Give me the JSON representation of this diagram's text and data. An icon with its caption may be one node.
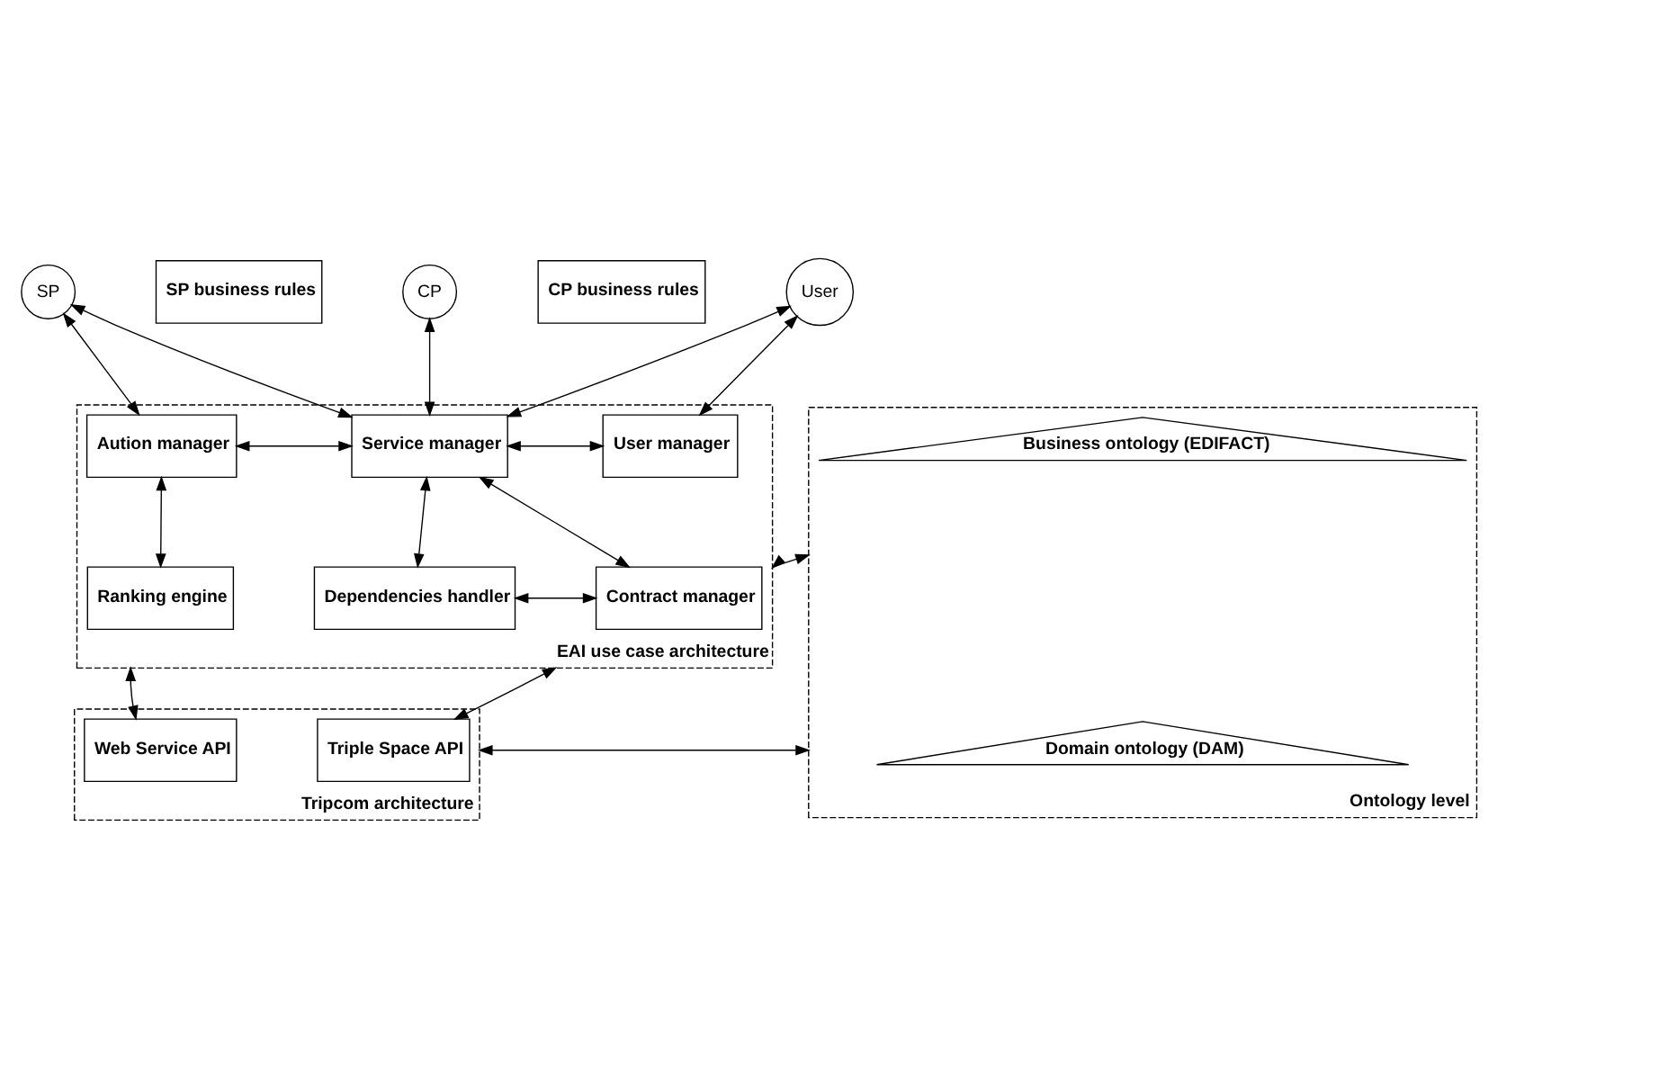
{
  "diagram": {
    "nodes": [
      {
        "text": [
          "SP"
        ]
      },
      {
        "text": [
          "SP business rules"
        ]
      },
      {
        "text": [
          "CP"
        ]
      },
      {
        "text": [
          "CP business rules"
        ]
      },
      {
        "text": [
          "User"
        ]
      },
      {
        "text": [
          "EAI use case architecture"
        ]
      },
      {
        "text": [
          "Aution manager"
        ],
        "in": 5
      },
      {
        "text": [
          "Service manager"
        ],
        "in": 5
      },
      {
        "text": [
          "User manager"
        ],
        "in": 5
      },
      {
        "text": [
          "Ranking engine"
        ],
        "in": 5
      },
      {
        "text": [
          "Dependencies handler"
        ],
        "in": 5
      },
      {
        "text": [
          "Contract manager"
        ],
        "in": 5
      },
      {
        "text": [
          "Tripcom architecture"
        ]
      },
      {
        "text": [
          "Web Service API"
        ],
        "in": 12
      },
      {
        "text": [
          "Triple Space API"
        ],
        "in": 12
      },
      {
        "text": [
          "Ontology level"
        ]
      },
      {
        "text": [
          "Business ontology (EDIFACT)"
        ],
        "in": 15
      },
      {
        "text": [
          "Domain ontology (DAM)"
        ],
        "in": 15
      }
    ],
    "edges": [
      {
        "from": 0,
        "to": 6,
        "arrow": "both"
      },
      {
        "from": 0,
        "to": 7,
        "arrow": "both"
      },
      {
        "from": 2,
        "to": 7,
        "arrow": "both"
      },
      {
        "from": 4,
        "to": 7,
        "arrow": "both"
      },
      {
        "from": 4,
        "to": 8,
        "arrow": "both"
      },
      {
        "from": 6,
        "to": 7,
        "arrow": "both"
      },
      {
        "from": 7,
        "to": 8,
        "arrow": "both"
      },
      {
        "from": 6,
        "to": 9,
        "arrow": "both"
      },
      {
        "from": 7,
        "to": 10,
        "arrow": "both"
      },
      {
        "from": 7,
        "to": 11,
        "arrow": "both"
      },
      {
        "from": 10,
        "to": 11,
        "arrow": "both"
      },
      {
        "from": 5,
        "to": 15,
        "arrow": "both"
      },
      {
        "from": 5,
        "to": 13,
        "arrow": "both"
      },
      {
        "from": 5,
        "to": 14,
        "arrow": "both"
      },
      {
        "from": 12,
        "to": 15,
        "arrow": "both"
      }
    ]
  }
}
